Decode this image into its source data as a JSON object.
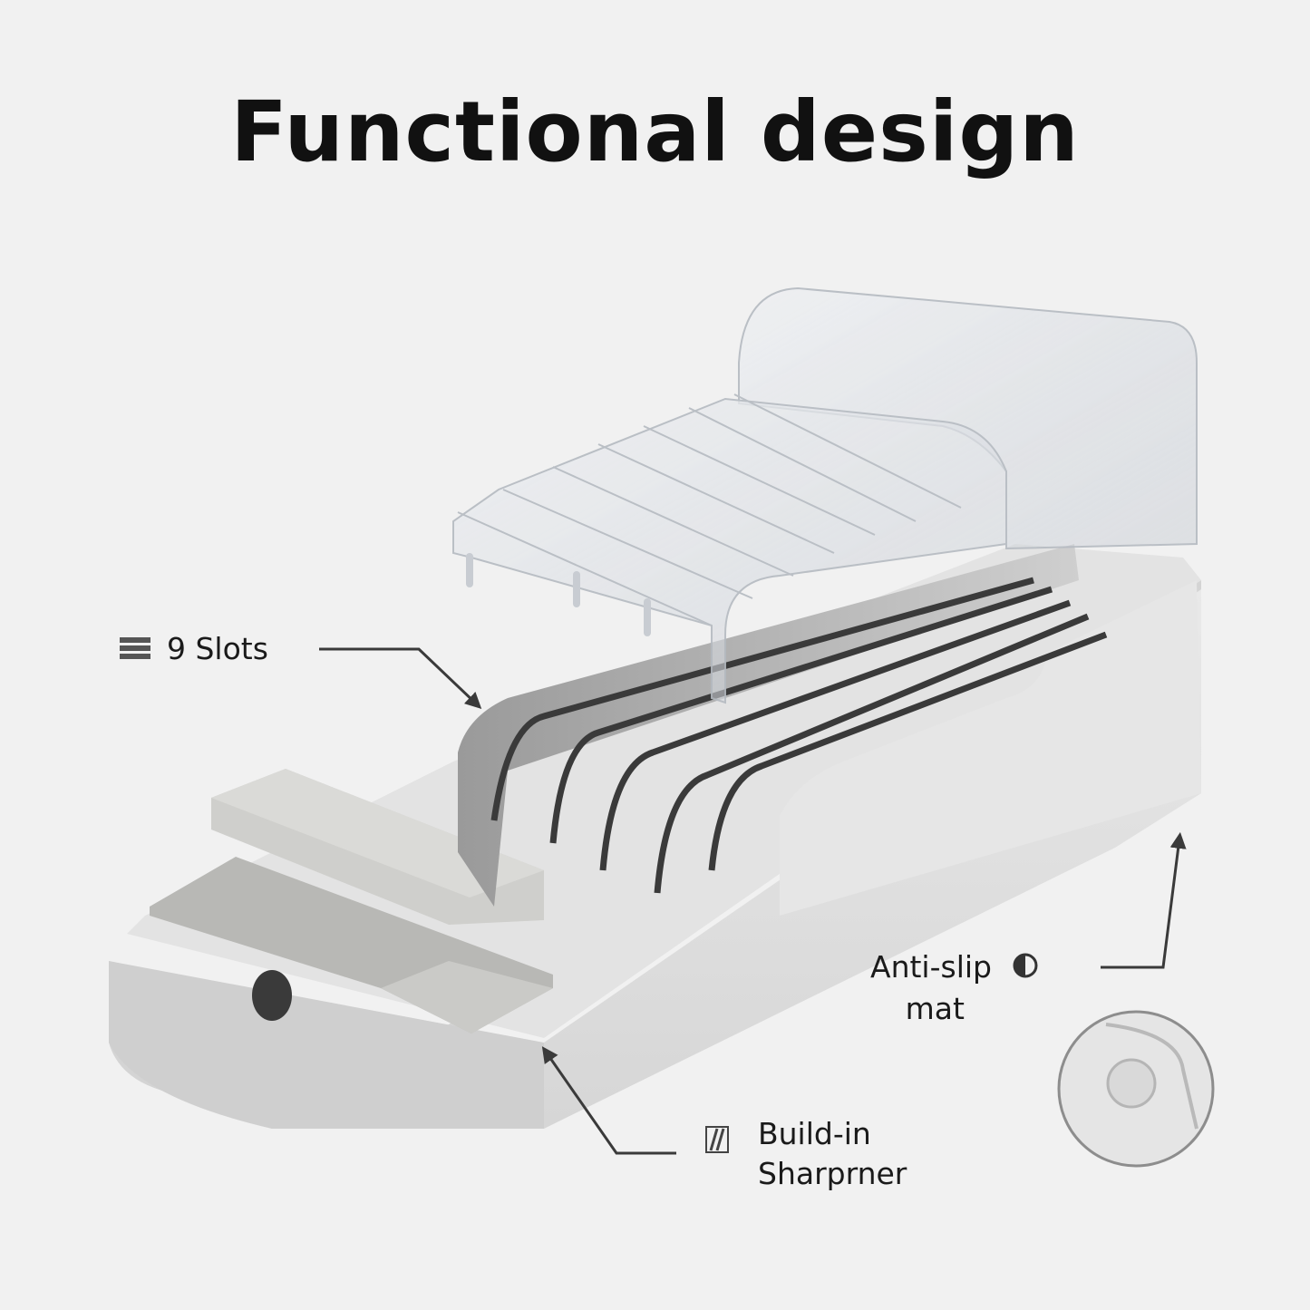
{
  "title": "Functional design",
  "callouts": {
    "slots": {
      "text": "9 Slots",
      "icon": "stack-lines-icon"
    },
    "anti_slip": {
      "line1": "Anti-slip",
      "line2": "mat",
      "icon": "half-circle-icon"
    },
    "sharpener": {
      "line1": "Build-in",
      "line2": "Sharprner",
      "icon": "sharpener-icon"
    }
  },
  "colors": {
    "background": "#f1f1f1",
    "body_light": "#e4e4e4",
    "body_mid": "#bdbdbd",
    "slot_dark": "#4a4a4a",
    "acrylic": "#d9dde2"
  }
}
